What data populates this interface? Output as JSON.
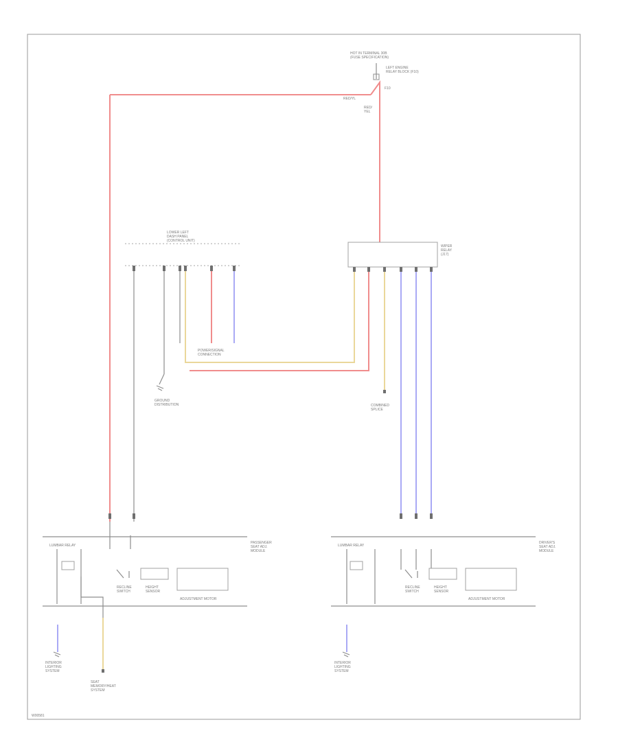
{
  "colors": {
    "red": "#f08c8c",
    "blue": "#a9a9f5",
    "yellow": "#ead79a",
    "gray": "#8d8d8d"
  },
  "labels": {
    "fuse_source": [
      "HOT IN TERMINAL 30B",
      "(FUSE SPECIFICATION)"
    ],
    "fuse_note": [
      "LEFT ENGINE",
      "RELAY BLOCK (F10)"
    ],
    "left_top_wire": "RED/YL",
    "main_vertical": [
      "RED/",
      "YEL"
    ],
    "splice_left_group": [
      "LOWER LEFT",
      "DASH PANEL",
      "(CONTROL UNIT)"
    ],
    "relay_box_label": [
      "WIPER",
      "RELAY",
      "(J17)"
    ],
    "ground_left": [
      "GROUND",
      "DISTRIBUTION"
    ],
    "splice_center": [
      "POWER/SIGNAL",
      "CONNECTION"
    ],
    "ground_center": [
      "COMBINED",
      "SPLICE"
    ],
    "passenger_module": [
      "PASSENGER",
      "SEAT ADJ.",
      "MODULE"
    ],
    "driver_module": [
      "DRIVER'S",
      "SEAT ADJ.",
      "MODULE"
    ],
    "lumbar_relay": "LUMBAR RELAY",
    "switch_group": [
      "RECLINE",
      "SWITCH"
    ],
    "sensor_group": [
      "HEIGHT",
      "SENSOR"
    ],
    "motor_group": "ADJUSTMENT MOTOR",
    "bottom_left_1": [
      "INTERIOR",
      "LIGHTING",
      "SYSTEM"
    ],
    "bottom_left_2": [
      "SEAT",
      "MEMORY/HEAT",
      "SYSTEM"
    ],
    "bottom_right": [
      "INTERIOR",
      "LIGHTING",
      "SYSTEM"
    ],
    "footer_id": "W00581",
    "fuse_tag": "F10"
  }
}
